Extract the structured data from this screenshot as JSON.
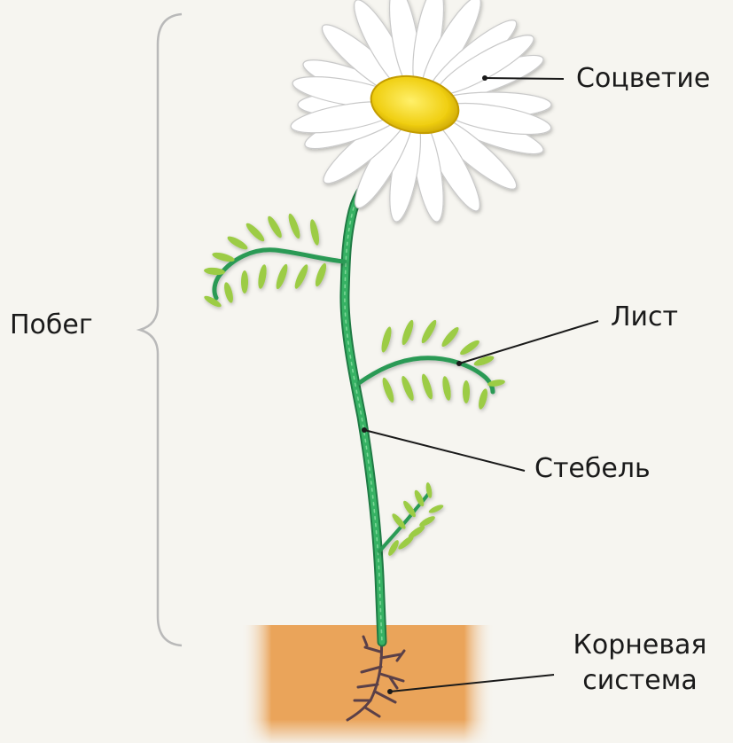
{
  "labels": {
    "inflorescence": "Соцветие",
    "leaf": "Лист",
    "stem": "Стебель",
    "shoot": "Побег",
    "root_line1": "Корневая",
    "root_line2": "система"
  },
  "colors": {
    "background": "#f6f5f0",
    "stem": "#2fa35a",
    "leaf": "#9ccc45",
    "petal": "#ffffff",
    "flower_center": "#f2d21a",
    "soil": "#e9a75c",
    "root": "#5a4048",
    "line": "#1a1a1a",
    "brace": "#b9b9b9"
  }
}
